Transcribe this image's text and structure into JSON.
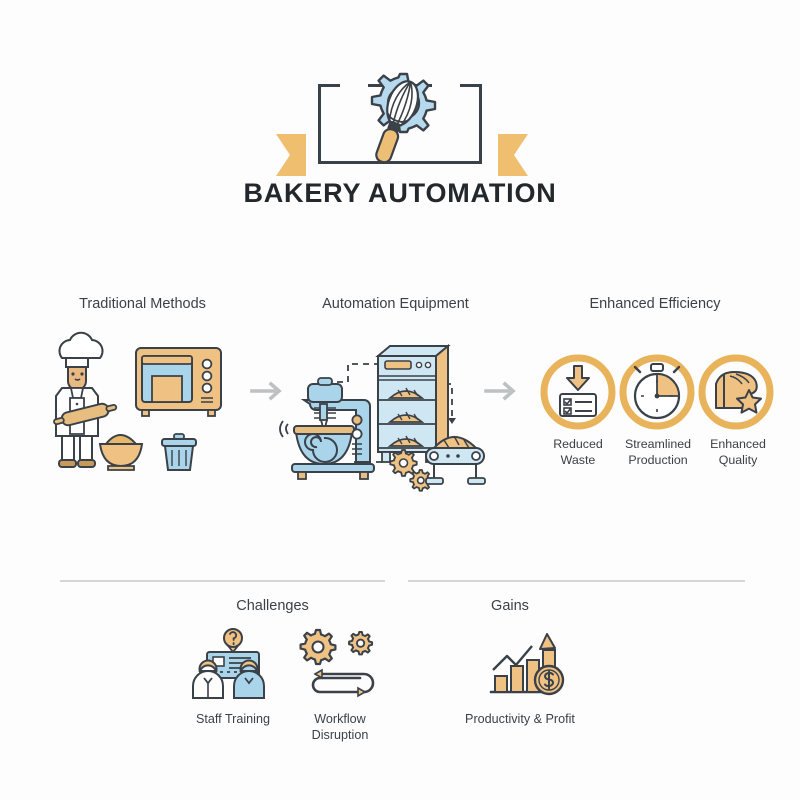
{
  "header": {
    "title": "BAKERY AUTOMATION",
    "emblem_icon": "gear-whisk-icon",
    "ribbon_left_icon": "ribbon-tail-left-icon",
    "ribbon_right_icon": "ribbon-tail-right-icon"
  },
  "process": {
    "columns": [
      {
        "heading": "Traditional Methods",
        "icon": "baker-oven-bowl-trash-illustration"
      },
      {
        "heading": "Automation Equipment",
        "icon": "mixer-rack-conveyor-illustration"
      },
      {
        "heading": "Enhanced Efficiency",
        "icon": "efficiency-circles-illustration"
      }
    ],
    "arrows": [
      {
        "name": "arrow-traditional-to-automation"
      },
      {
        "name": "arrow-automation-to-efficiency"
      }
    ],
    "efficiency_items": [
      {
        "label_line1": "Reduced",
        "label_line2": "Waste",
        "icon": "download-checklist-icon"
      },
      {
        "label_line1": "Streamlined",
        "label_line2": "Production",
        "icon": "stopwatch-icon"
      },
      {
        "label_line1": "Enhanced",
        "label_line2": "Quality",
        "icon": "bread-star-icon"
      }
    ]
  },
  "bottom": {
    "challenges": {
      "title": "Challenges",
      "items": [
        {
          "label_line1": "Staff Training",
          "label_line2": "",
          "icon": "staff-training-icon"
        },
        {
          "label_line1": "Workflow",
          "label_line2": "Disruption",
          "icon": "workflow-disruption-icon"
        }
      ]
    },
    "gains": {
      "title": "Gains",
      "items": [
        {
          "label_line1": "Productivity & Profit",
          "label_line2": "",
          "icon": "growth-chart-dollar-icon"
        }
      ]
    }
  },
  "colors": {
    "amber": "#E8B35A",
    "amber_dark": "#D79A3C",
    "light_blue": "#BBDCEF",
    "blue_mid": "#9FCDE6",
    "outline": "#3B4148",
    "gray_arrow": "#BDC1C4",
    "divider": "#D4D6D8",
    "text": "#3B4148",
    "background": "#FDFDFD"
  }
}
